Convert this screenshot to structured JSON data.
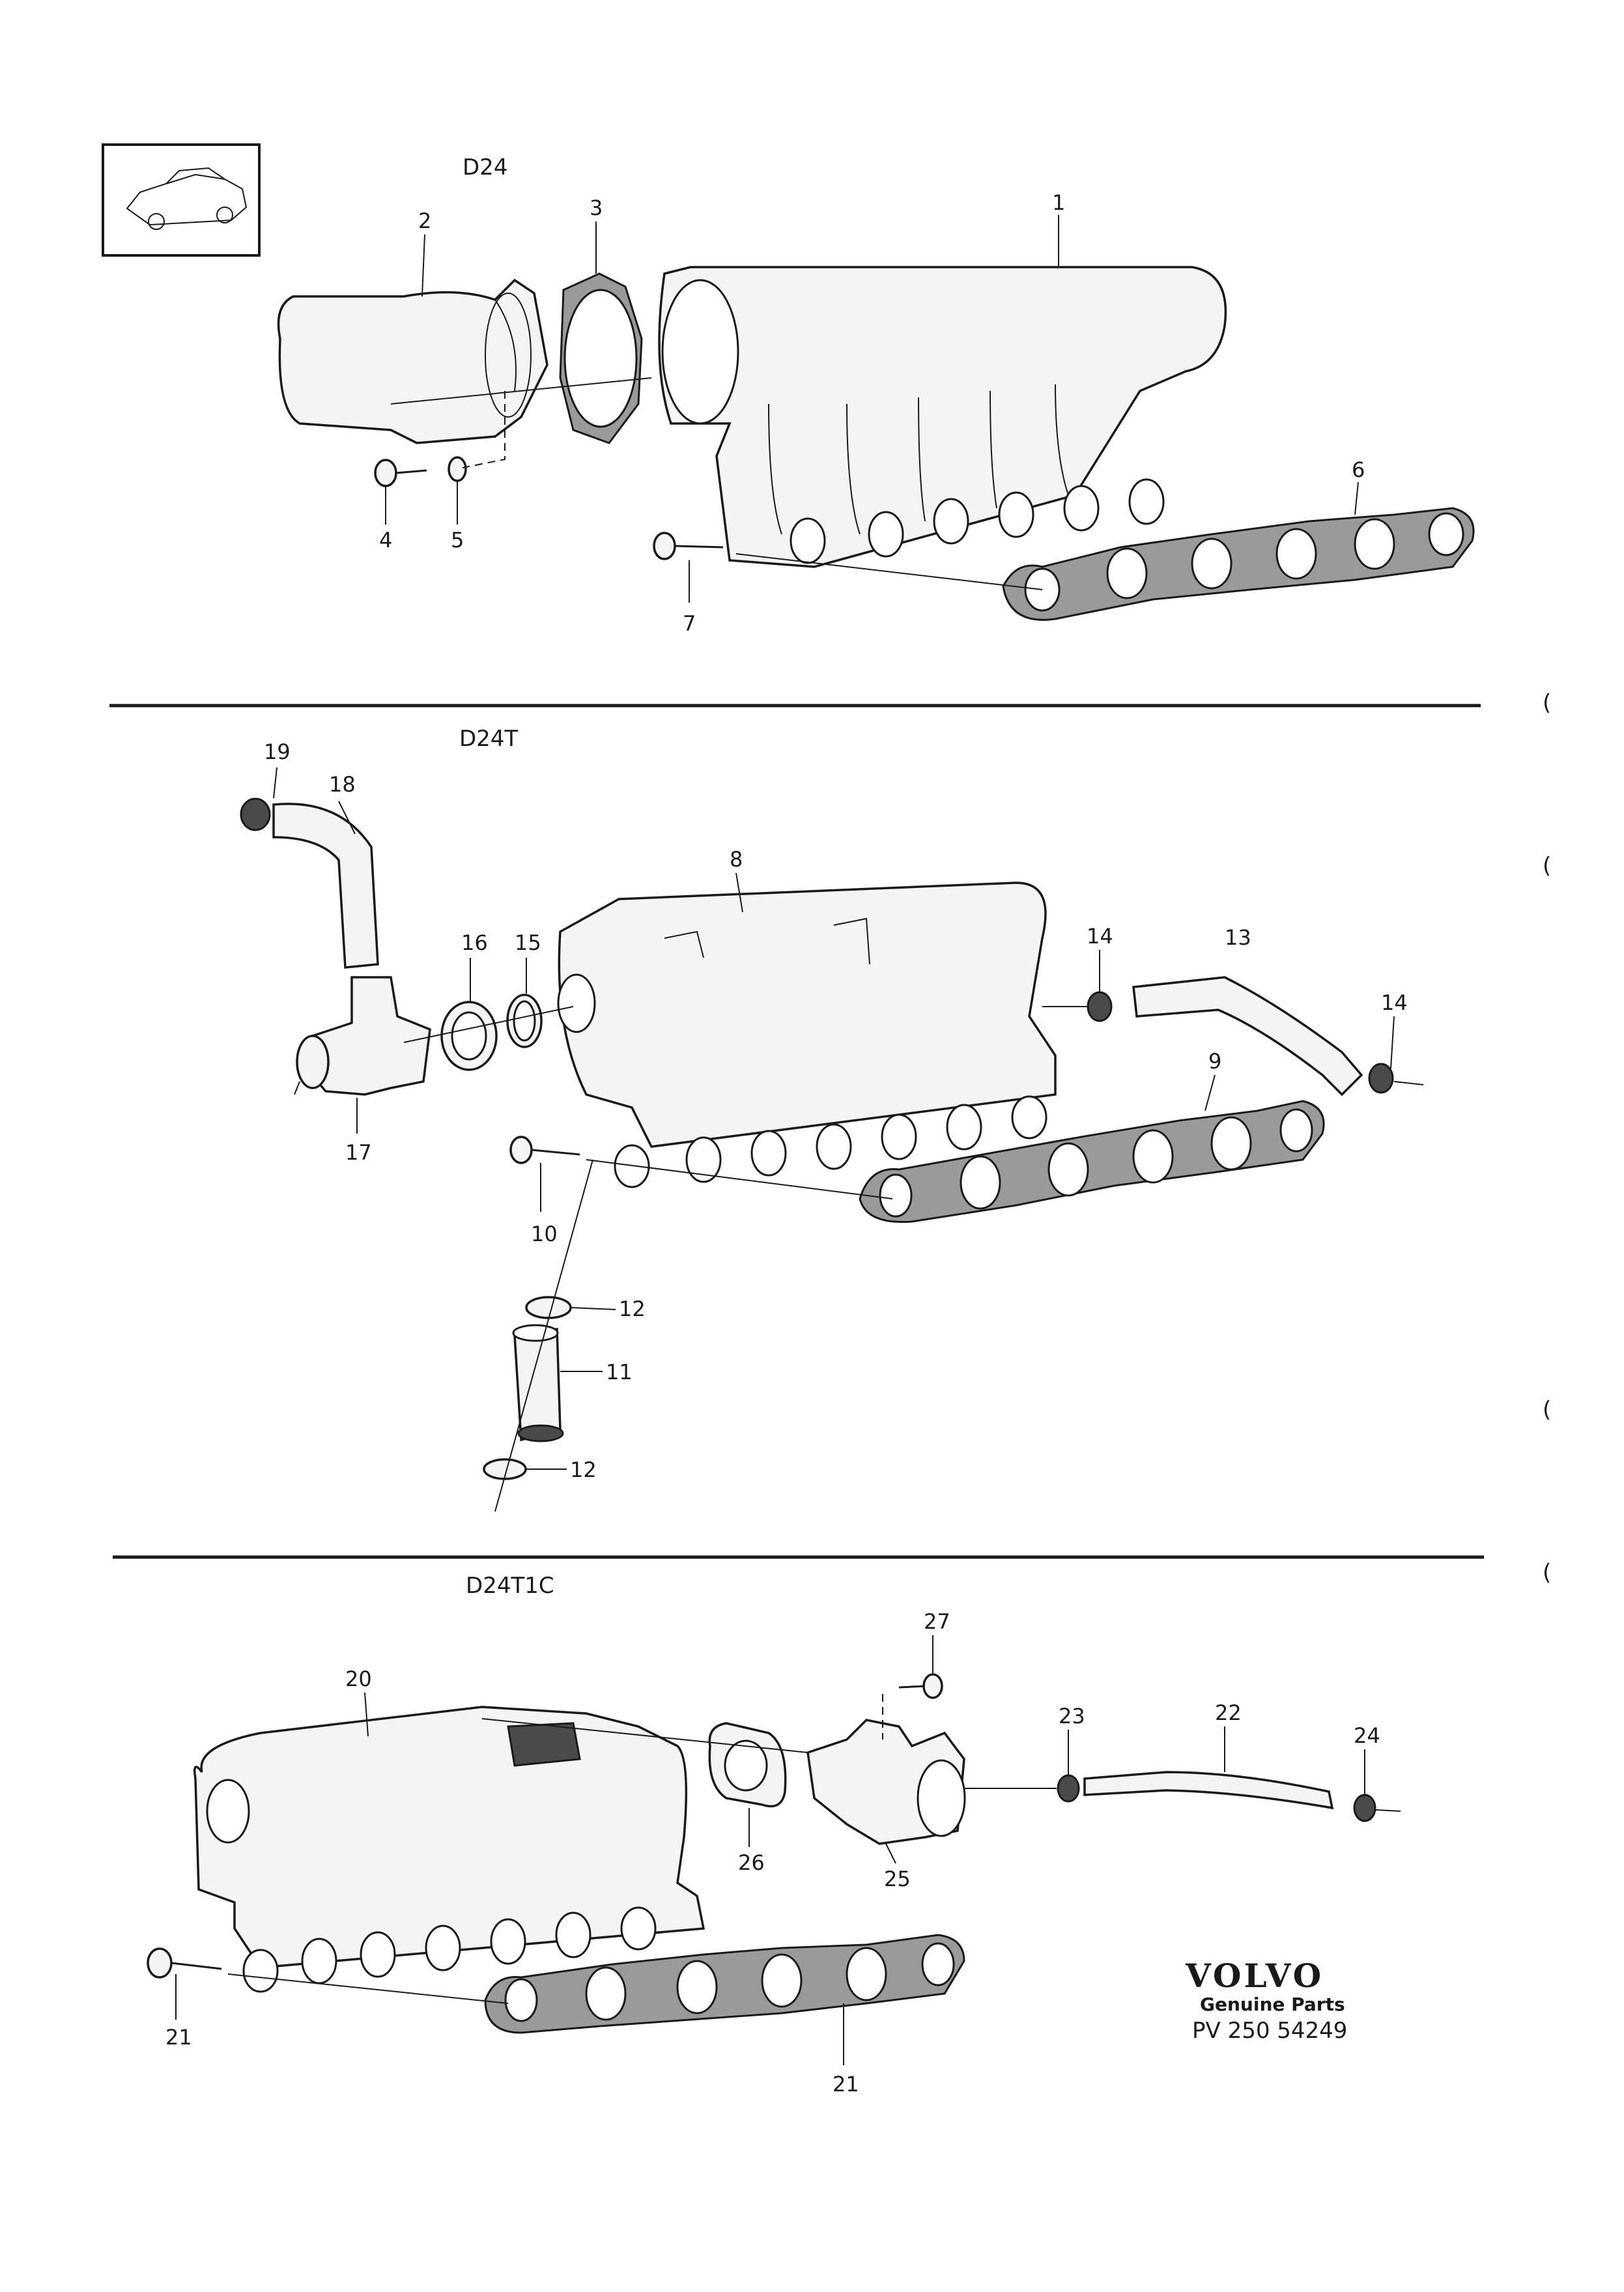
{
  "sections": [
    {
      "title": "D24"
    },
    {
      "title": "D24T"
    },
    {
      "title": "D24T1C"
    }
  ],
  "callouts": [
    "1",
    "2",
    "3",
    "4",
    "5",
    "6",
    "7",
    "8",
    "9",
    "10",
    "11",
    "12",
    "12",
    "13",
    "14",
    "14",
    "15",
    "16",
    "17",
    "18",
    "19",
    "20",
    "21",
    "22",
    "23",
    "24",
    "24",
    "25",
    "26",
    "27"
  ],
  "brand": {
    "logo": "VOLVO",
    "tagline": "Genuine Parts",
    "code": "PV 250 54249"
  },
  "margin_marks": [
    "(",
    "(",
    "(",
    "("
  ]
}
